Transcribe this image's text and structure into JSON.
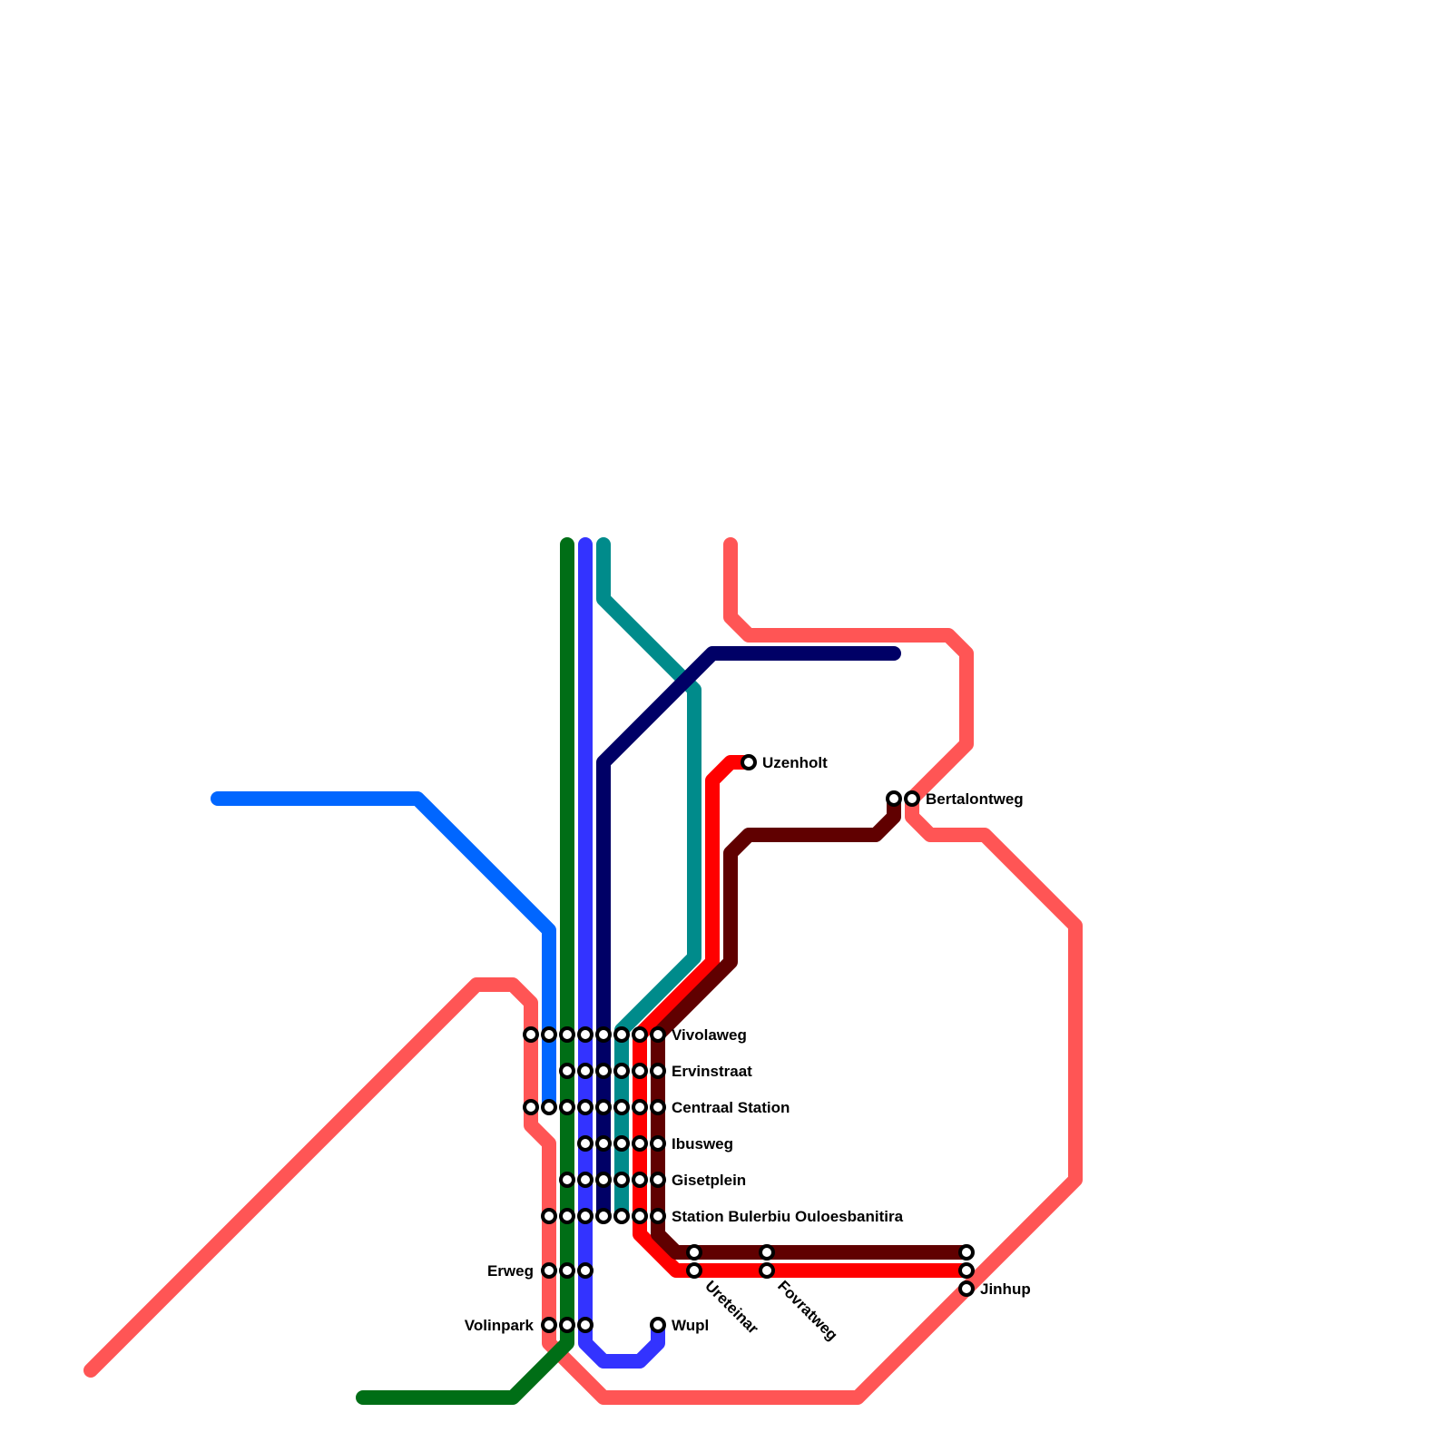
{
  "colors": {
    "salmon": "#ff5555",
    "green": "#006e16",
    "blue": "#3333ff",
    "teal": "#008b8b",
    "navy": "#000066",
    "sky": "#0066ff",
    "red": "#ff0000",
    "maroon": "#600000",
    "station_fill": "#ffffff",
    "station_stroke": "#000000"
  },
  "stations": {
    "uzenholt": "Uzenholt",
    "bertalontweg": "Bertalontweg",
    "vivolaweg": "Vivolaweg",
    "ervinstraat": "Ervinstraat",
    "centraal_station": "Centraal Station",
    "ibusweg": "Ibusweg",
    "gisetplein": "Gisetplein",
    "station_bulerbiu_ouloesbanitira": "Station Bulerbiu Ouloesbanitira",
    "erweg": "Erweg",
    "volinpark": "Volinpark",
    "wupl": "Wupl",
    "ureteinar": "Ureteinar",
    "fovratweg": "Fovratweg",
    "jinhup": "Jinhup"
  }
}
